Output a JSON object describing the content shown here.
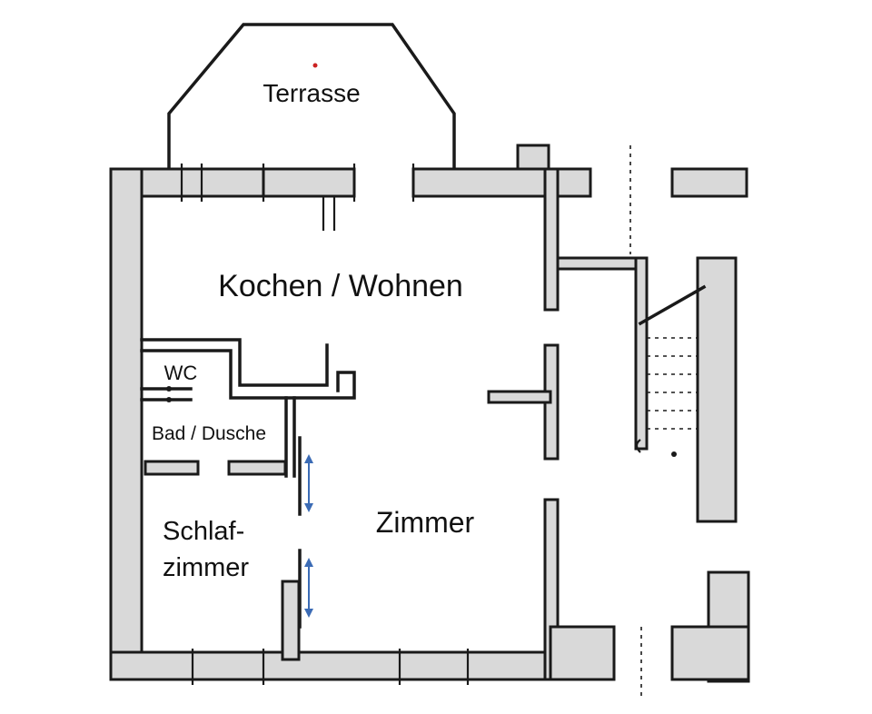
{
  "rooms": {
    "terrasse": "Terrasse",
    "kochen_wohnen": "Kochen / Wohnen",
    "wc": "WC",
    "bad_dusche": "Bad / Dusche",
    "schlafzimmer_line1": "Schlaf-",
    "schlafzimmer_line2": "zimmer",
    "zimmer": "Zimmer"
  },
  "colors": {
    "wall": "#1a1a1a",
    "wall_fill": "#d9d9d9",
    "arrow": "#3b6bb5",
    "marker": "#cc2222"
  },
  "icons": {
    "sliding_door_arrow": "double-arrow-vertical",
    "terrace_marker": "red-dot"
  }
}
